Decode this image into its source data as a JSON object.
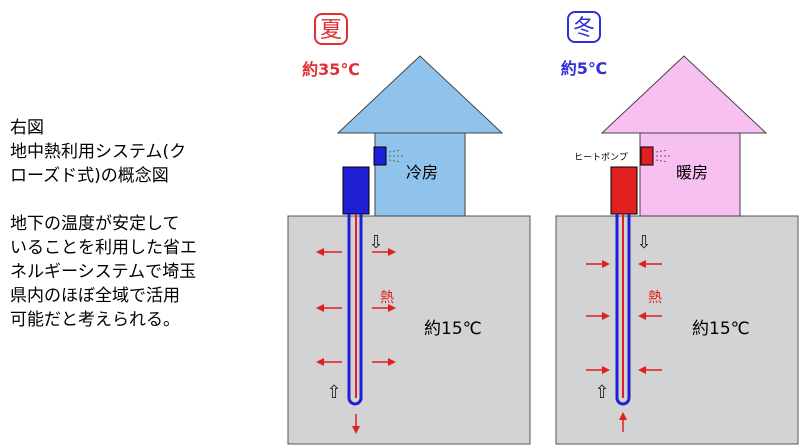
{
  "caption": {
    "heading": "右図",
    "title_line1": "地中熱利用システム(ク",
    "title_line2": "ローズド式)の概念図",
    "body_line1": "地下の温度が安定して",
    "body_line2": "いることを利用した省エ",
    "body_line3": "ネルギーシステムで埼玉",
    "body_line4": "県内のほぼ全域で活用",
    "body_line5": "可能だと考えられる。"
  },
  "summer": {
    "season": "夏",
    "air_temp": "約35℃",
    "room_label": "冷房",
    "heat_label": "熱",
    "ground_temp": "約15℃",
    "house_color": "#8fc3eb",
    "season_color": "#e03030"
  },
  "winter": {
    "season": "冬",
    "air_temp": "約5℃",
    "room_label": "暖房",
    "pump_label": "ヒートポンプ",
    "heat_label": "熱",
    "ground_temp": "約15℃",
    "house_color": "#f7c0f0",
    "season_color": "#3030d8"
  }
}
